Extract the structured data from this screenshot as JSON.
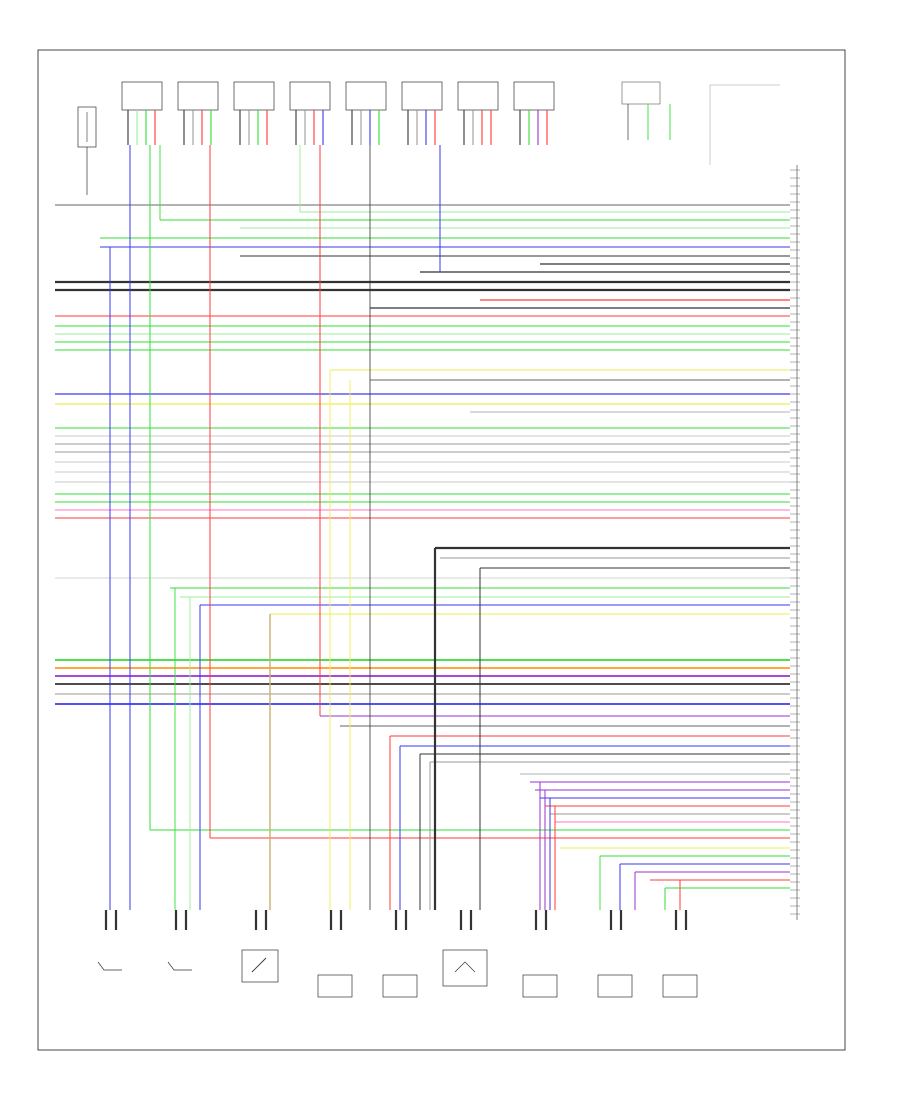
{
  "diagram": {
    "title": "",
    "footer_code": "",
    "colors": {
      "border": "#333333",
      "black_wire": "#333333",
      "gray_wire": "#9a9a9a",
      "white_wire": "#c8c8c8",
      "blue_wire": "#3a3af0",
      "red_wire": "#ff3a3a",
      "green_wire": "#33dd33",
      "lt_green_wire": "#99ee99",
      "yellow_wire": "#eeee55",
      "pink_wire": "#ff77bb",
      "orange_wire": "#ff9922",
      "violet_wire": "#9933cc",
      "tan_wire": "#c8b070"
    },
    "ignition_coils": [
      {
        "id": "coil-1"
      },
      {
        "id": "coil-2"
      },
      {
        "id": "coil-3"
      },
      {
        "id": "coil-4"
      },
      {
        "id": "coil-5"
      },
      {
        "id": "coil-6"
      },
      {
        "id": "coil-7"
      },
      {
        "id": "coil-8"
      }
    ],
    "bottom_components": [
      {
        "id": "right-camshaft-sensor",
        "icon": "sensor-switch-icon"
      },
      {
        "id": "left-camshaft-sensor",
        "icon": "sensor-switch-icon"
      },
      {
        "id": "oil-pressure-switch",
        "icon": "pressure-switch-icon"
      },
      {
        "id": "right-knock-sensor",
        "icon": "knock-sensor-icon"
      },
      {
        "id": "left-knock-sensor",
        "icon": "knock-sensor-icon"
      },
      {
        "id": "throttle-position-sensor",
        "icon": "tps-icon"
      },
      {
        "id": "throttle-actuator-control",
        "icon": "actuator-icon"
      },
      {
        "id": "crankshaft-sensor",
        "icon": "crank-sensor-icon"
      },
      {
        "id": "vehicle-speed-sensor",
        "icon": "vss-icon"
      }
    ]
  }
}
